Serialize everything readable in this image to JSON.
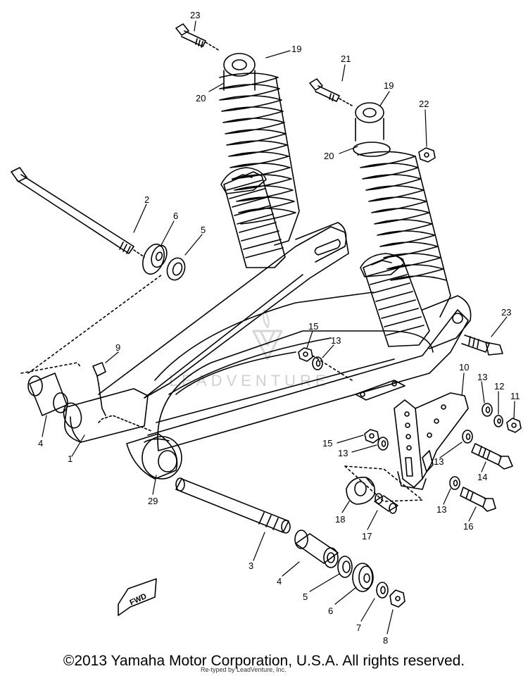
{
  "diagram": {
    "watermark": "LEADVENTURE",
    "fwd_label": "FWD",
    "copyright": "©2013 Yamaha Motor Corporation, U.S.A. All rights reserved.",
    "overprint": "Re-typed by LeadVenture, Inc.",
    "callouts": [
      "23",
      "19",
      "20",
      "21",
      "19",
      "22",
      "20",
      "2",
      "6",
      "5",
      "23",
      "15",
      "13",
      "9",
      "10",
      "13",
      "12",
      "11",
      "4",
      "1",
      "15",
      "13",
      "13",
      "14",
      "29",
      "18",
      "17",
      "13",
      "16",
      "3",
      "4",
      "5",
      "6",
      "7",
      "8"
    ]
  }
}
